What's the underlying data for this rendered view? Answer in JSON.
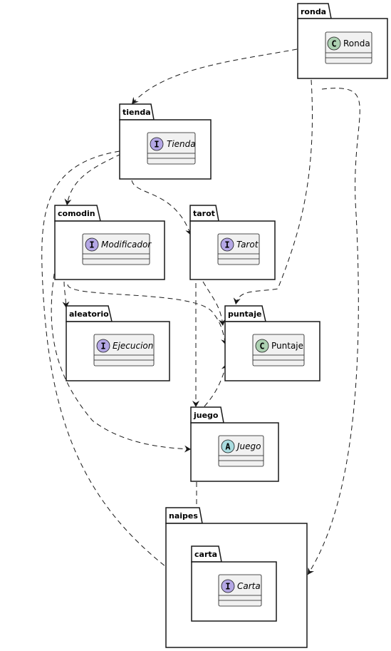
{
  "packages": [
    {
      "id": "ronda",
      "label": "ronda"
    },
    {
      "id": "tienda",
      "label": "tienda"
    },
    {
      "id": "comodin",
      "label": "comodin"
    },
    {
      "id": "tarot",
      "label": "tarot"
    },
    {
      "id": "aleatorio",
      "label": "aleatorio"
    },
    {
      "id": "puntaje",
      "label": "puntaje"
    },
    {
      "id": "juego",
      "label": "juego"
    },
    {
      "id": "naipes",
      "label": "naipes"
    },
    {
      "id": "carta",
      "label": "carta"
    }
  ],
  "classes": [
    {
      "id": "ronda",
      "name": "Ronda",
      "stereotype": "C",
      "kind": "class"
    },
    {
      "id": "tienda",
      "name": "Tienda",
      "stereotype": "I",
      "kind": "interface"
    },
    {
      "id": "modificador",
      "name": "Modificador",
      "stereotype": "I",
      "kind": "interface"
    },
    {
      "id": "tarot",
      "name": "Tarot",
      "stereotype": "I",
      "kind": "interface"
    },
    {
      "id": "ejecucion",
      "name": "Ejecucion",
      "stereotype": "I",
      "kind": "interface"
    },
    {
      "id": "puntaje",
      "name": "Puntaje",
      "stereotype": "C",
      "kind": "class"
    },
    {
      "id": "juego",
      "name": "Juego",
      "stereotype": "A",
      "kind": "abstract"
    },
    {
      "id": "carta",
      "name": "Carta",
      "stereotype": "I",
      "kind": "interface"
    }
  ],
  "dependencies": [
    {
      "from": "ronda",
      "to": "tienda"
    },
    {
      "from": "ronda",
      "to": "puntaje"
    },
    {
      "from": "ronda",
      "to": "carta"
    },
    {
      "from": "tienda",
      "to": "comodin"
    },
    {
      "from": "tienda",
      "to": "tarot"
    },
    {
      "from": "tienda",
      "to": "carta"
    },
    {
      "from": "comodin",
      "to": "aleatorio"
    },
    {
      "from": "comodin",
      "to": "puntaje"
    },
    {
      "from": "comodin",
      "to": "juego"
    },
    {
      "from": "tarot",
      "to": "puntaje"
    },
    {
      "from": "tarot",
      "to": "juego"
    },
    {
      "from": "juego",
      "to": "puntaje"
    },
    {
      "from": "juego",
      "to": "carta"
    }
  ],
  "colors": {
    "class_circle": "#add1b2",
    "interface_circle": "#b4a7e5",
    "abstract_circle": "#a9dcdf",
    "class_fill": "#f1f1f1",
    "line": "#181818"
  }
}
